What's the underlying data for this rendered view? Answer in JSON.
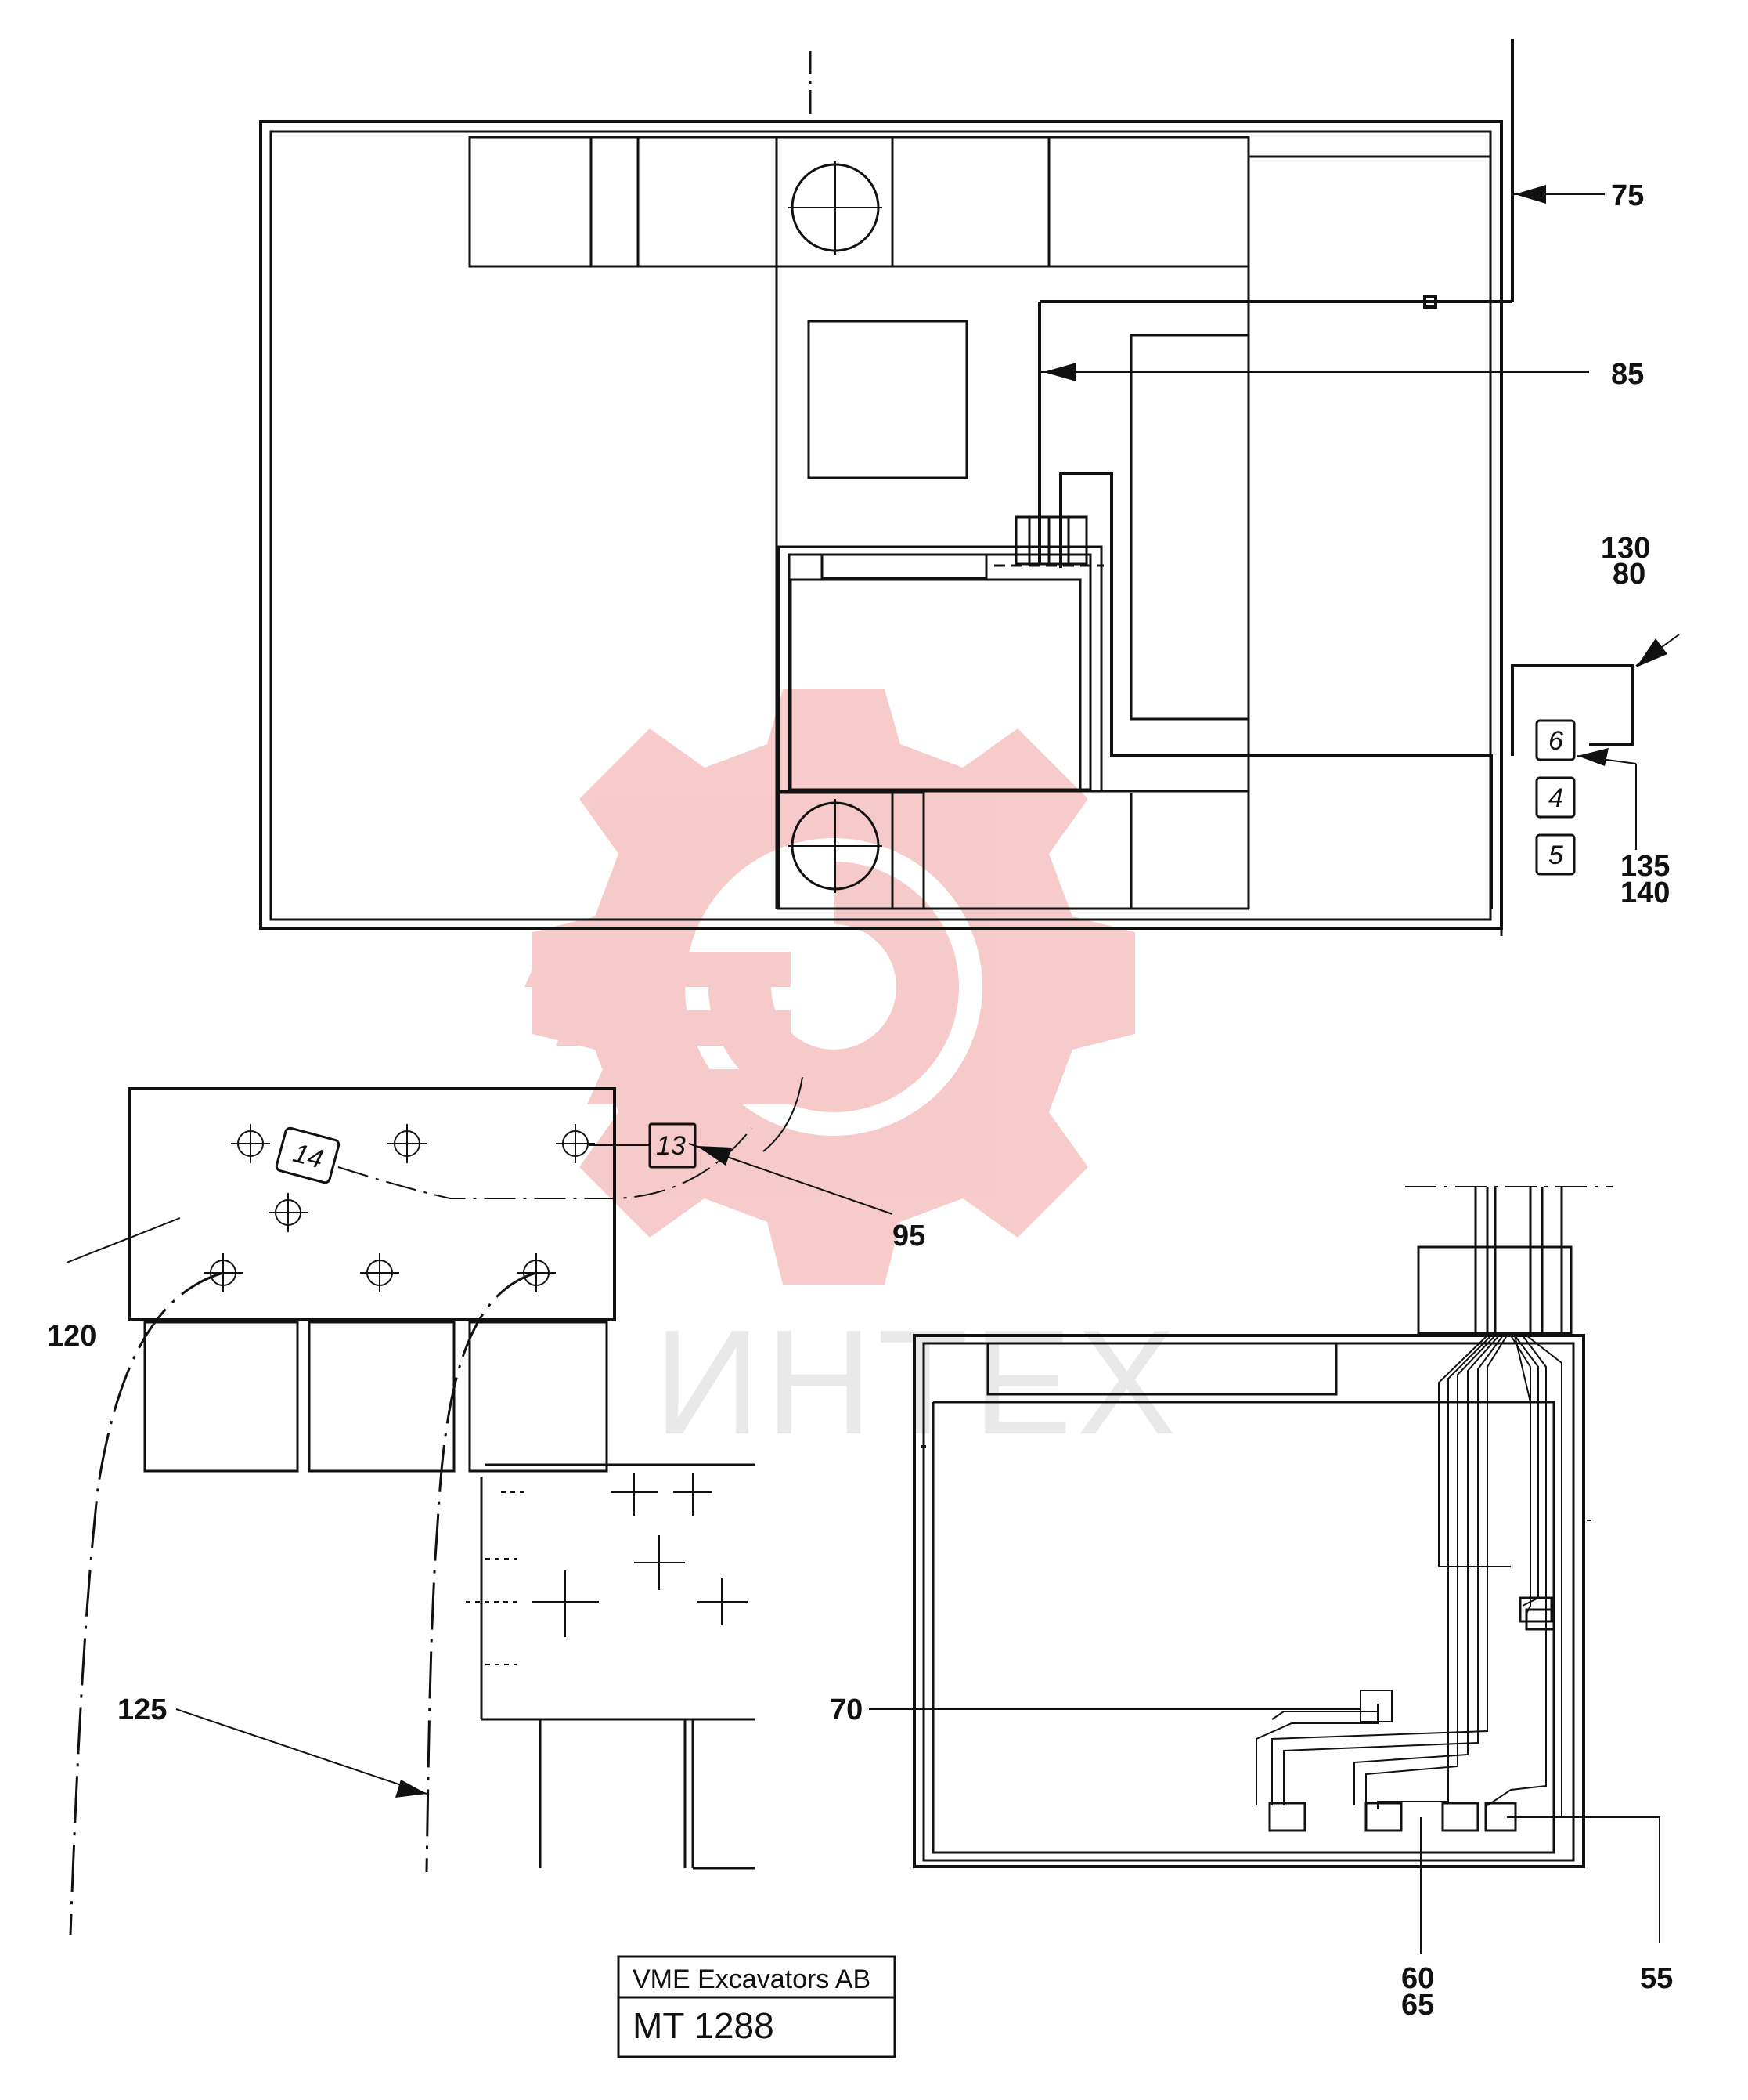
{
  "watermark": {
    "text": "ИНТЕХ",
    "color": "#f2a0a0",
    "text_color": "#d8d8d8"
  },
  "callouts": {
    "c75": "75",
    "c85": "85",
    "c130": "130",
    "c80": "80",
    "c135": "135",
    "c140": "140",
    "c95": "95",
    "c120": "120",
    "c125": "125",
    "c70": "70",
    "c60": "60",
    "c65": "65",
    "c55": "55"
  },
  "tags": {
    "t6": "6",
    "t4": "4",
    "t5": "5",
    "t13": "13",
    "t14": "14"
  },
  "title_block": {
    "company": "VME Excavators AB",
    "code": "MT 1288"
  },
  "colors": {
    "line": "#111111",
    "watermark": "#f2a0a0"
  }
}
